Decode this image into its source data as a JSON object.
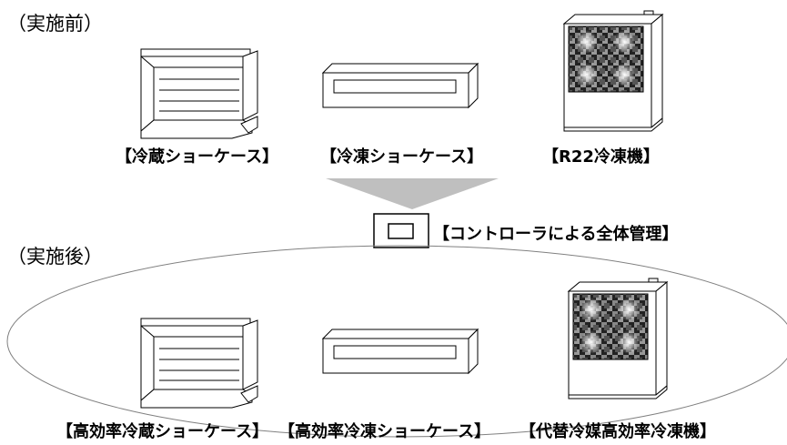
{
  "before": {
    "heading": "（実施前）",
    "labels": {
      "refrigerated_case": "【冷蔵ショーケース】",
      "frozen_case": "【冷凍ショーケース】",
      "refrigerator_unit": "【R22冷凍機】"
    }
  },
  "controller": {
    "label": "【コントローラによる全体管理】"
  },
  "after": {
    "heading": "（実施後）",
    "labels": {
      "refrigerated_case": "【高効率冷蔵ショーケース】",
      "frozen_case": "【高効率冷凍ショーケース】",
      "refrigerator_unit": "【代替冷媒高効率冷凍機】"
    }
  },
  "colors": {
    "arrow": "#bfbfbf",
    "ellipse_stroke": "#808080",
    "line": "#000000"
  }
}
